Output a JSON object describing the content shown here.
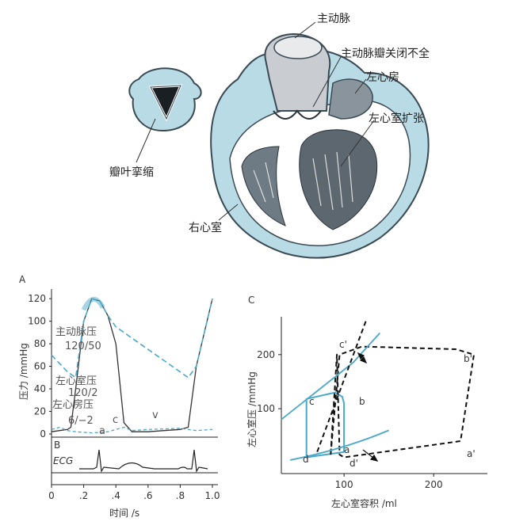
{
  "illustration": {
    "labels": {
      "aorta": "主动脉",
      "aortic_valve_insufficiency": "主动脉瓣关闭不全",
      "left_atrium": "左心房",
      "lv_dilation": "左心室扩张",
      "leaflet_retraction": "瓣叶挛缩",
      "right_ventricle": "右心室"
    }
  },
  "panel_a": {
    "panel_letter": "A",
    "ylabel": "压力 /mmHg",
    "y_ticks": [
      "0",
      "20",
      "40",
      "60",
      "80",
      "100",
      "120"
    ],
    "annotations": {
      "aortic_pressure": "主动脉压",
      "aortic_pressure_value": "120/50",
      "lv_pressure": "左心室压",
      "lv_pressure_value": "120/2",
      "la_pressure": "左心房压",
      "la_pressure_value": "6/−2",
      "wave_a": "a",
      "wave_c": "c",
      "wave_v": "v"
    }
  },
  "panel_b": {
    "panel_letter": "B",
    "ecg_label": "ECG",
    "x_ticks": [
      "0",
      ".2",
      ".4",
      ".6",
      ".8",
      "1.0"
    ],
    "xlabel": "时间 /s"
  },
  "panel_c": {
    "panel_letter": "C",
    "ylabel": "左心室压 /mmHg",
    "xlabel": "左心室容积 /ml",
    "x_ticks": [
      "100",
      "200"
    ],
    "y_ticks": [
      "100",
      "200"
    ],
    "points": {
      "a": "a",
      "b": "b",
      "c": "c",
      "d": "d",
      "a_prime": "a'",
      "b_prime": "b'",
      "c_prime": "c'",
      "d_prime": "d'"
    }
  },
  "colors": {
    "normal_curve": "#4aa8c8",
    "pathology_curve": "#111111",
    "heart_fill": "#b9dbe6",
    "heart_dark": "#4b5560"
  },
  "chart_data": [
    {
      "type": "line",
      "title": "",
      "ylabel": "压力 /mmHg",
      "xlabel": "时间 /s",
      "ylim": [
        0,
        125
      ],
      "xlim": [
        0,
        1.0
      ],
      "series": [
        {
          "x": [
            0,
            0.05,
            0.1,
            0.12,
            0.15,
            0.2,
            0.25,
            0.3,
            0.35,
            0.4,
            0.45,
            0.5,
            0.6,
            0.7,
            0.8,
            0.85,
            0.9,
            1.0
          ],
          "y": [
            2,
            3,
            4,
            6,
            40,
            100,
            120,
            118,
            105,
            80,
            10,
            2,
            2,
            3,
            4,
            6,
            60,
            120
          ]
        },
        {
          "x": [
            0,
            0.1,
            0.15,
            0.2,
            0.25,
            0.3,
            0.35,
            0.4,
            0.45,
            0.5,
            0.6,
            0.7,
            0.8,
            0.85,
            0.9,
            1.0
          ],
          "y": [
            70,
            55,
            50,
            100,
            120,
            118,
            105,
            95,
            90,
            85,
            75,
            65,
            55,
            50,
            60,
            120
          ]
        },
        {
          "x": [
            0,
            0.05,
            0.1,
            0.15,
            0.25,
            0.35,
            0.45,
            0.5,
            0.6,
            0.8,
            0.9,
            1.0
          ],
          "y": [
            4,
            6,
            3,
            2,
            1,
            2,
            6,
            3,
            4,
            5,
            3,
            4
          ]
        }
      ]
    },
    {
      "type": "line",
      "title": "",
      "xlabel": "左心室容积 /ml",
      "ylabel": "左心室压 /mmHg",
      "xlim": [
        30,
        260
      ],
      "ylim": [
        -20,
        270
      ],
      "series": [
        {
          "x": [
            58,
            58,
            90,
            98,
            100,
            100,
            58
          ],
          "y": [
            10,
            118,
            130,
            122,
            110,
            20,
            10
          ]
        },
        {
          "x": [
            85,
            95,
            120,
            225,
            245,
            230,
            100,
            95,
            92,
            85
          ],
          "y": [
            15,
            200,
            215,
            210,
            200,
            40,
            10,
            15,
            200,
            15
          ]
        },
        {
          "x": [
            30,
            110,
            140
          ],
          "y": [
            80,
            185,
            240
          ]
        },
        {
          "x": [
            40,
            100,
            150
          ],
          "y": [
            5,
            25,
            60
          ]
        }
      ]
    }
  ]
}
